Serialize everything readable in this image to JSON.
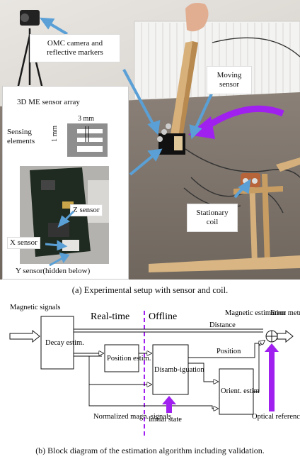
{
  "figure_a": {
    "labels": {
      "omc": "OMC camera and reflective markers",
      "moving_sensor": "Moving sensor",
      "array_title": "3D ME sensor array",
      "dim_3mm": "3 mm",
      "dim_1mm": "1 mm",
      "sensing_elements": "Sensing elements",
      "z_sensor": "Z sensor",
      "x_sensor": "X sensor",
      "y_sensor": "Y sensor(hidden below)",
      "stationary_coil": "Stationary coil"
    },
    "caption": "(a) Experimental setup with sensor and coil."
  },
  "figure_b": {
    "labels": {
      "magnetic_signals": "Magnetic signals",
      "decay": "Decay estim.",
      "realtime": "Real-time",
      "offline": "Offline",
      "distance": "Distance",
      "position_estim": "Position estim.",
      "disambiguation": "Disamb-iguation",
      "position": "Position",
      "orient": "Orient. estim",
      "magnetic_estimation": "Magnetic estimation",
      "error_metrics": "Error metrics",
      "normalized": "Normalized magn. signals",
      "initial_state": "Initial state",
      "optical_reference": "Optical reference"
    },
    "colors": {
      "accent": "#a020f0"
    },
    "caption": "(b) Block diagram of the estimation algorithm including validation."
  }
}
